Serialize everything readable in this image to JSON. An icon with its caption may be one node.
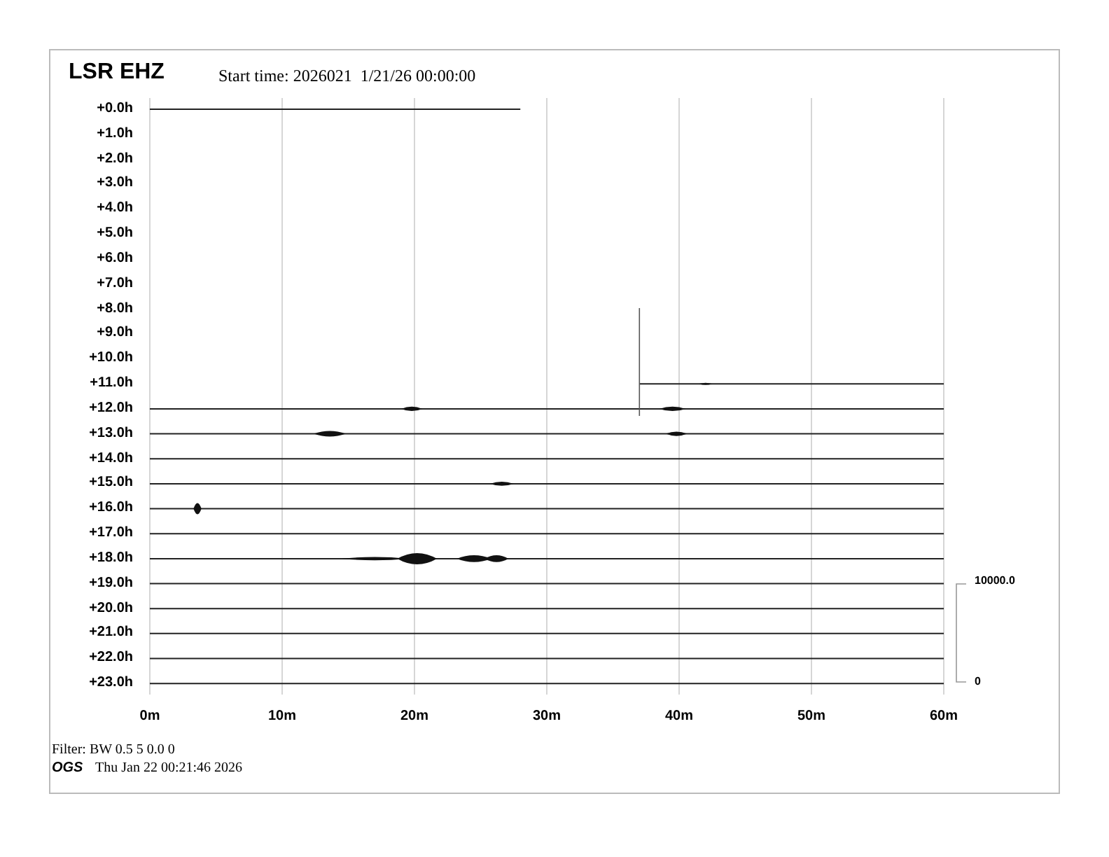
{
  "diagram": {
    "title": "LSR EHZ",
    "labels": [
      "Start time: 2026021  1/21/26 00:00:00",
      "+0.0h",
      "+1.0h",
      "+2.0h",
      "+3.0h",
      "+4.0h",
      "+5.0h",
      "+6.0h",
      "+7.0h",
      "+8.0h",
      "+9.0h",
      "+10.0h",
      "+11.0h",
      "+12.0h",
      "+13.0h",
      "+14.0h",
      "+15.0h",
      "+16.0h",
      "+17.0h",
      "+18.0h",
      "+19.0h",
      "+20.0h",
      "+21.0h",
      "+22.0h",
      "+23.0h",
      "0m",
      "10m",
      "20m",
      "30m",
      "40m",
      "50m",
      "60m",
      "10000.0",
      "0",
      "Filter: BW 0.5 5 0.0 0",
      "OGS",
      "Thu Jan 22 00:21:46 2026"
    ]
  }
}
